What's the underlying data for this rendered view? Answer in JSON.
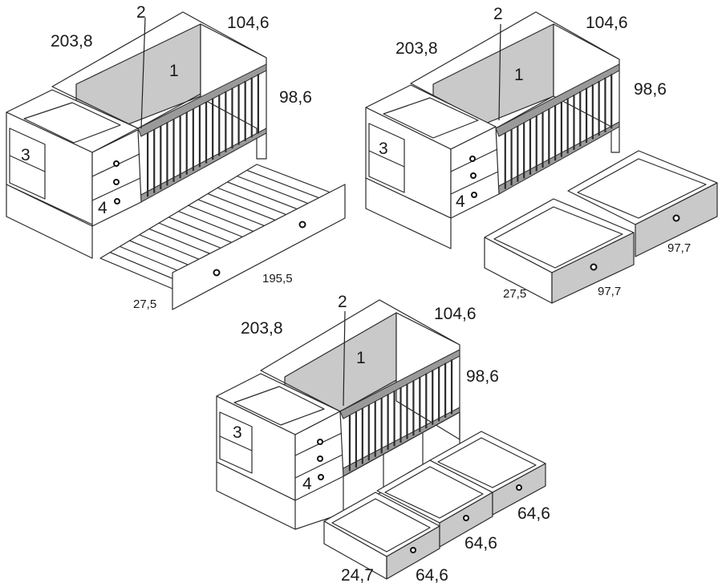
{
  "top_left": {
    "length": "203,8",
    "width": "104,6",
    "height": "98,6",
    "leader": "2",
    "bed_panel": "1",
    "shelf": "3",
    "drawers": "4",
    "trundle_length": "195,5",
    "trundle_height": "27,5"
  },
  "top_right": {
    "length": "203,8",
    "width": "104,6",
    "height": "98,6",
    "leader": "2",
    "bed_panel": "1",
    "shelf": "3",
    "drawers": "4",
    "drawer_height": "27,5",
    "drawer_front_width": "97,7",
    "drawer_back_width": "97,7"
  },
  "bottom": {
    "length": "203,8",
    "width": "104,6",
    "height": "98,6",
    "leader": "2",
    "bed_panel": "1",
    "shelf": "3",
    "drawers": "4",
    "drawer_height": "24,7",
    "drawer1_width": "64,6",
    "drawer2_width": "64,6",
    "drawer3_width": "64,6"
  }
}
